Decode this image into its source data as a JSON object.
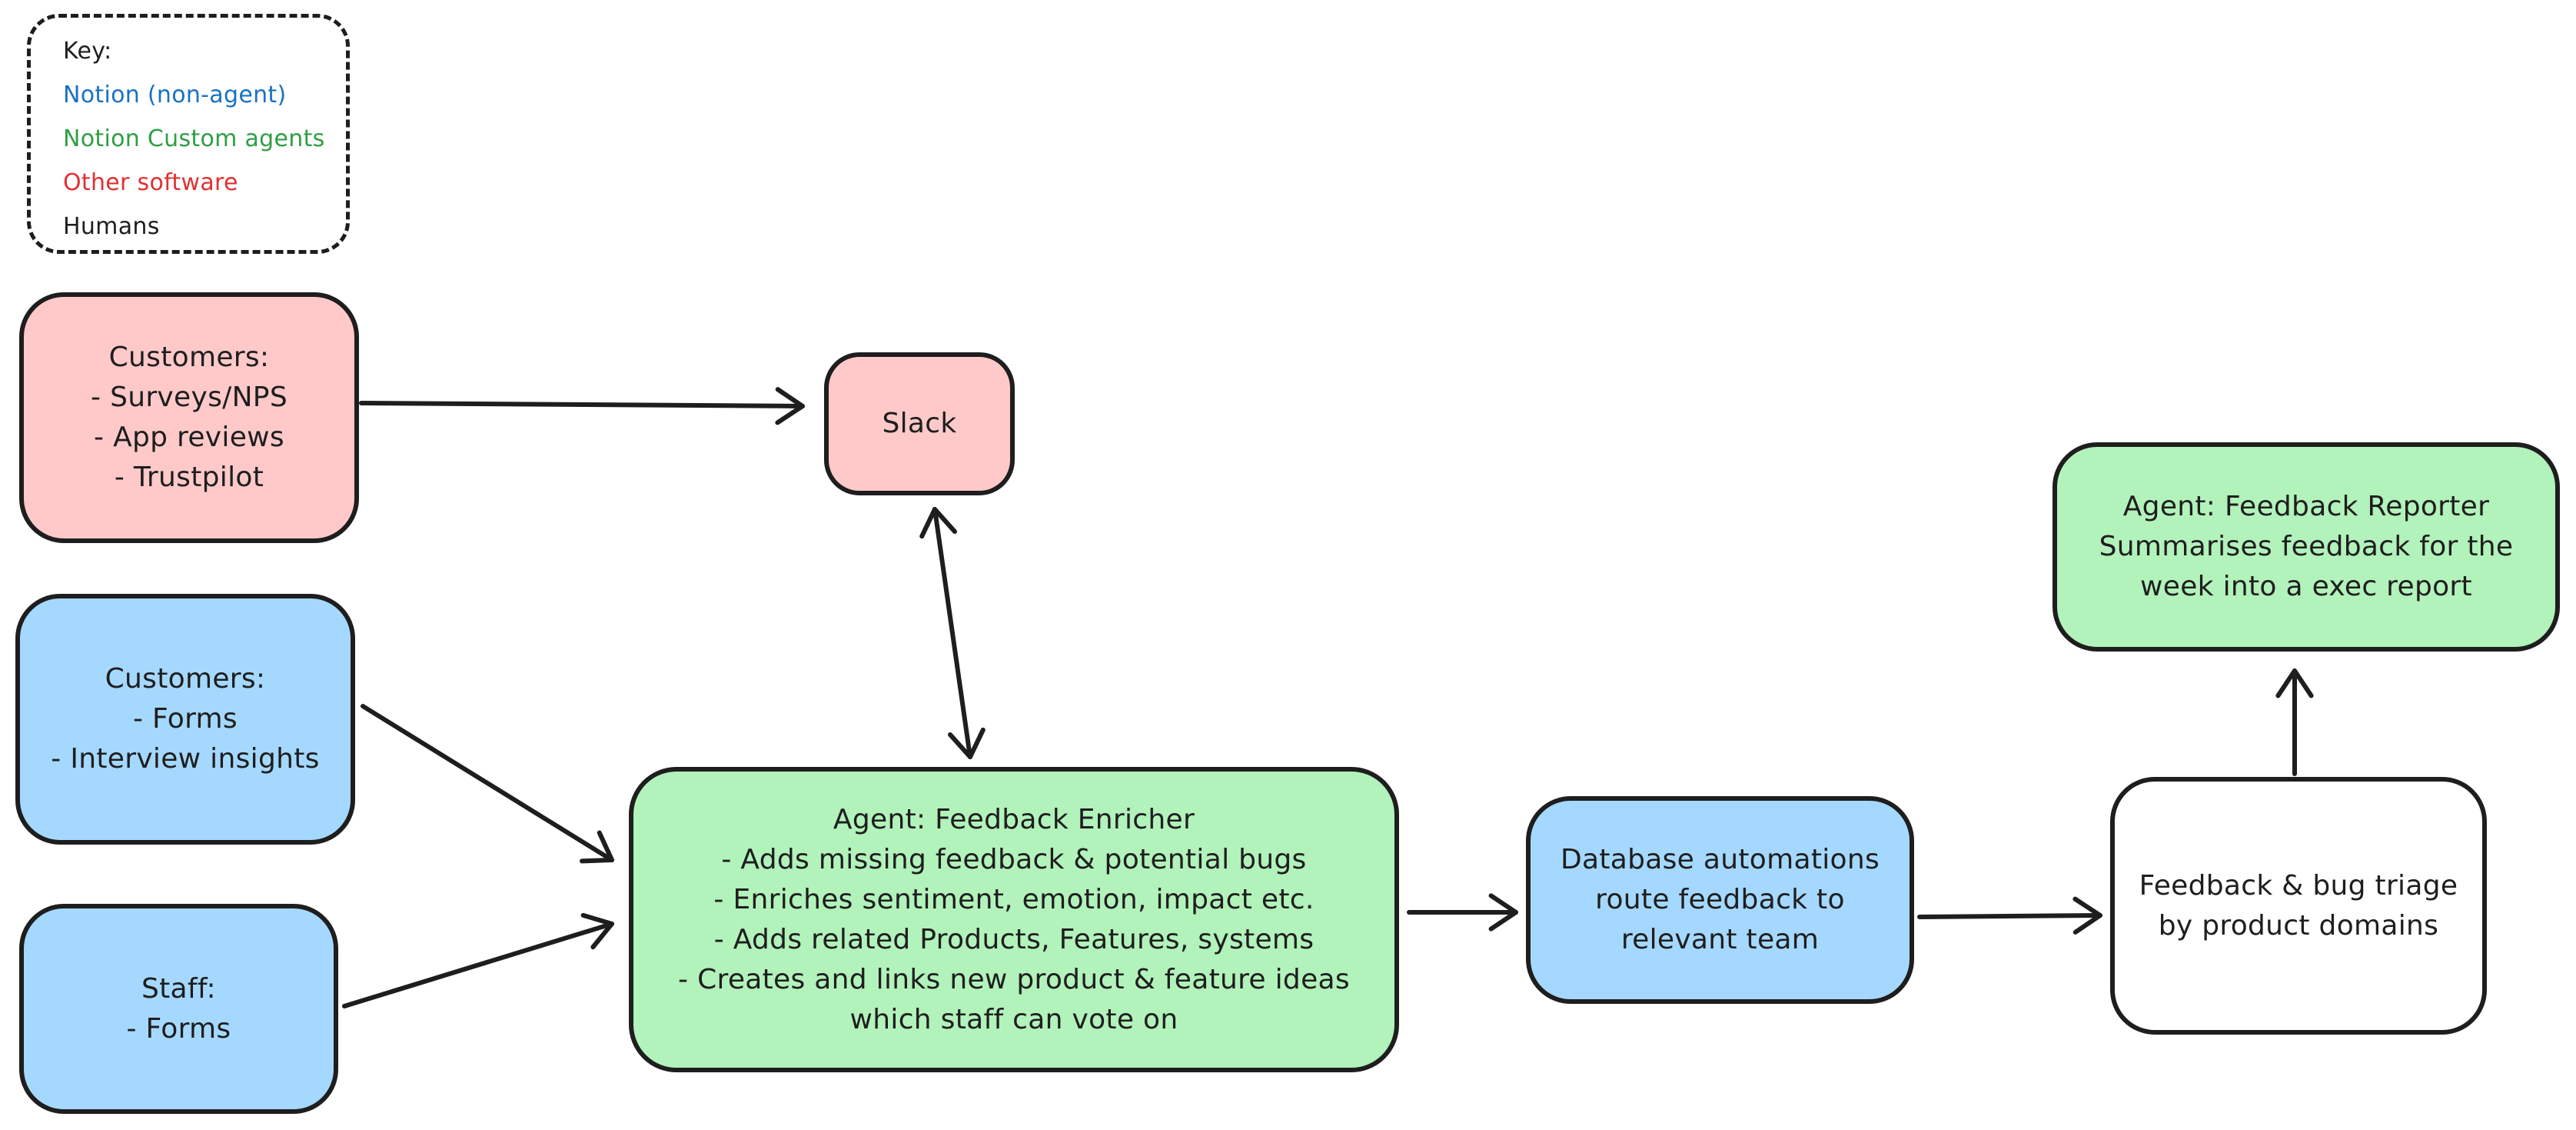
{
  "key": {
    "title": "Key:",
    "items": [
      {
        "label": "Notion (non-agent)",
        "color": "#1971c2"
      },
      {
        "label": "Notion Custom agents",
        "color": "#2f9e44"
      },
      {
        "label": "Other software",
        "color": "#e03131"
      },
      {
        "label": "Humans",
        "color": "#1e1e1e"
      }
    ]
  },
  "nodes": {
    "customers_external": {
      "text": "Customers:\n- Surveys/NPS\n- App reviews\n- Trustpilot",
      "category": "Other software",
      "fill": "#ffc9c9"
    },
    "slack": {
      "text": "Slack",
      "category": "Other software",
      "fill": "#ffc9c9"
    },
    "customers_notion": {
      "text": "Customers:\n- Forms\n- Interview insights",
      "category": "Notion (non-agent)",
      "fill": "#a5d8ff"
    },
    "staff": {
      "text": "Staff:\n- Forms",
      "category": "Notion (non-agent)",
      "fill": "#a5d8ff"
    },
    "feedback_enricher": {
      "text": "Agent: Feedback Enricher\n- Adds missing feedback & potential bugs\n- Enriches sentiment, emotion, impact etc.\n- Adds related Products, Features, systems\n- Creates and links new product & feature ideas\nwhich staff can vote on",
      "category": "Notion Custom agents",
      "fill": "#b2f2bb"
    },
    "database_automations": {
      "text": "Database automations\nroute feedback to\nrelevant team",
      "category": "Notion (non-agent)",
      "fill": "#a5d8ff"
    },
    "triage": {
      "text": "Feedback & bug triage\nby product domains",
      "category": "Humans",
      "fill": "#ffffff"
    },
    "feedback_reporter": {
      "text": "Agent: Feedback Reporter\nSummarises feedback for the\nweek into a exec report",
      "category": "Notion Custom agents",
      "fill": "#b2f2bb"
    }
  },
  "connections": [
    {
      "from": "customers_external",
      "to": "slack",
      "type": "arrow"
    },
    {
      "from": "slack",
      "to": "feedback_enricher",
      "type": "double-arrow"
    },
    {
      "from": "customers_notion",
      "to": "feedback_enricher",
      "type": "arrow"
    },
    {
      "from": "staff",
      "to": "feedback_enricher",
      "type": "arrow"
    },
    {
      "from": "feedback_enricher",
      "to": "database_automations",
      "type": "arrow"
    },
    {
      "from": "database_automations",
      "to": "triage",
      "type": "arrow"
    },
    {
      "from": "triage",
      "to": "feedback_reporter",
      "type": "arrow"
    }
  ],
  "colors": {
    "stroke": "#1e1e1e",
    "background": "#ffffff",
    "fill_red": "#ffc9c9",
    "fill_blue": "#a5d8ff",
    "fill_green": "#b2f2bb",
    "fill_white": "#ffffff"
  }
}
